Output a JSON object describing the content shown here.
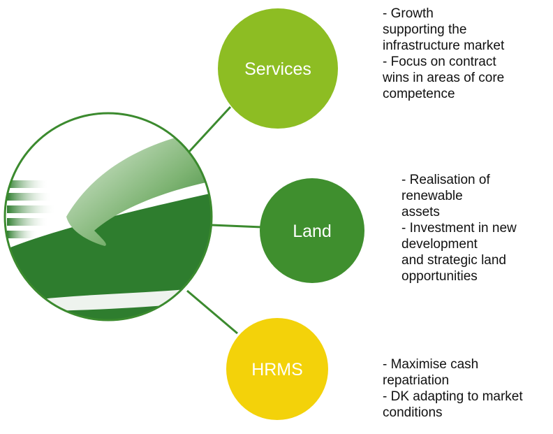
{
  "colors": {
    "services": "#8DBD23",
    "land": "#3F8F2E",
    "hrms": "#F3D20A",
    "logo_ring": "#3B8A2E",
    "logo_dark": "#2E7D2E",
    "connector": "#3B8A2E"
  },
  "logo": {
    "icon": "stylised-bird-wing-logo"
  },
  "nodes": {
    "services": {
      "label": "Services",
      "notes": [
        "- Growth",
        "supporting the",
        "infrastructure market",
        "- Focus on contract",
        "wins in areas of core",
        "competence"
      ]
    },
    "land": {
      "label": "Land",
      "notes": [
        "- Realisation of",
        "renewable",
        "assets",
        "- Investment in new",
        "development",
        "and strategic land",
        "opportunities"
      ]
    },
    "hrms": {
      "label": "HRMS",
      "notes": [
        "- Maximise cash",
        "repatriation",
        "- DK adapting to market",
        "conditions"
      ]
    }
  }
}
